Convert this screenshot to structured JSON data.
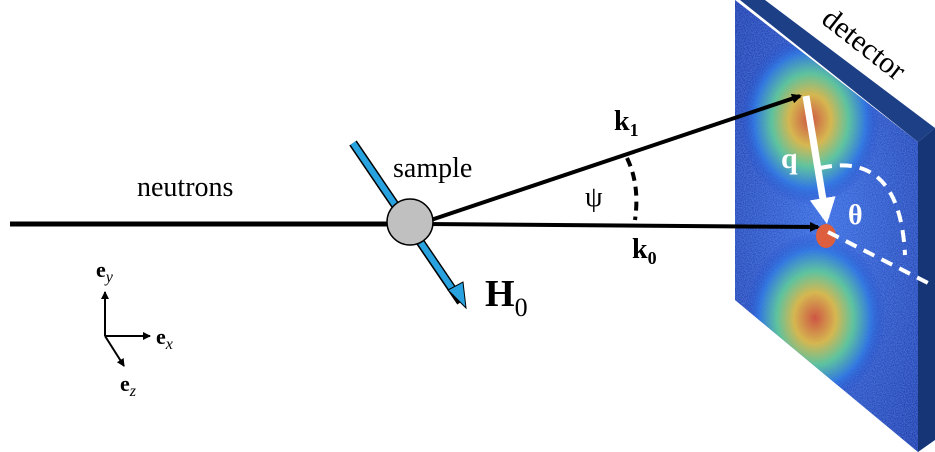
{
  "labels": {
    "neutrons": "neutrons",
    "sample": "sample",
    "detector": "detector",
    "k1_main": "k",
    "k1_sub": "1",
    "k0_main": "k",
    "k0_sub": "0",
    "psi": "ψ",
    "q": "q",
    "theta": "θ",
    "h0_main": "H",
    "h0_sub": "0",
    "ey_main": "e",
    "ey_sub": "y",
    "ex_main": "e",
    "ex_sub": "x",
    "ez_main": "e",
    "ez_sub": "z"
  },
  "colors": {
    "beam": "#000000",
    "field_arrow": "#29a3e0",
    "sample_sphere": "#c0c0c0",
    "detector_face": "#0a2fa6",
    "detector_edge": "#1c3f86",
    "q_vector": "#ffffff"
  },
  "icons": {
    "sample": "sphere",
    "magnetic_field": "arrow",
    "detector": "2d-detector-with-scattering-pattern"
  }
}
